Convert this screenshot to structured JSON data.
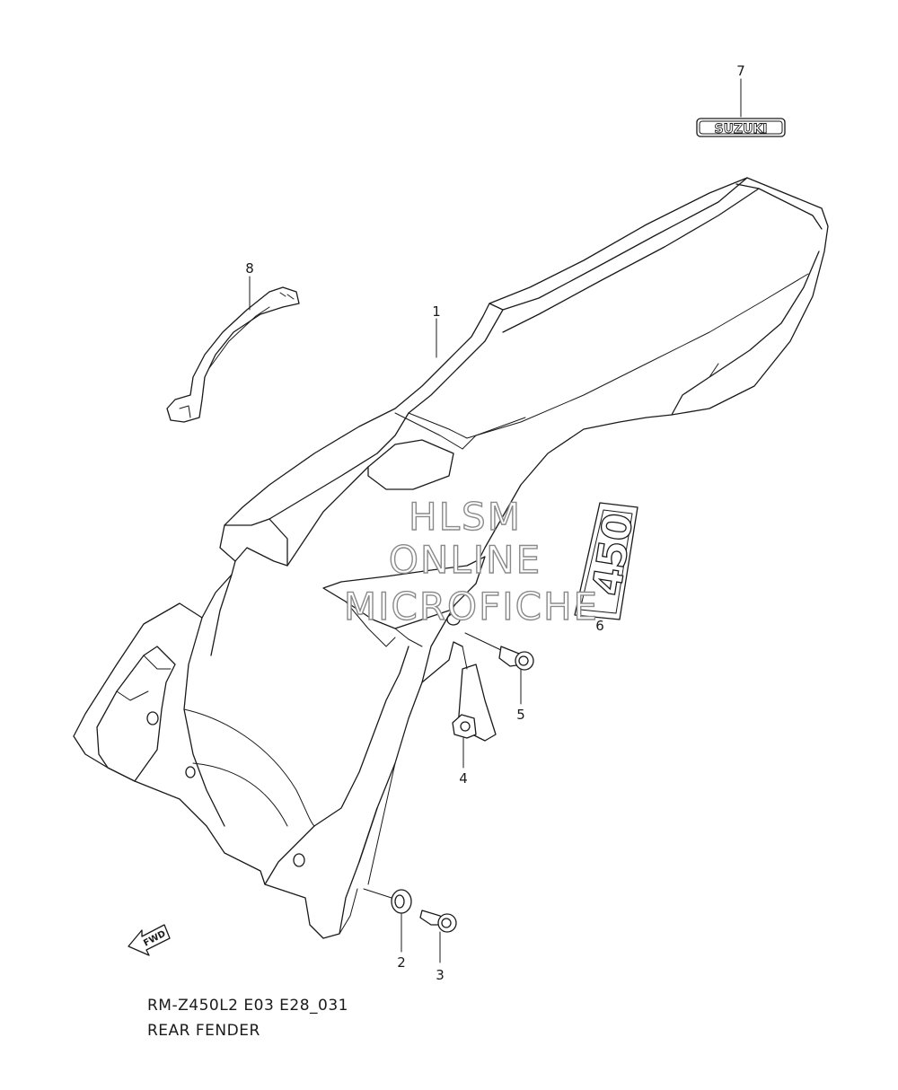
{
  "callouts": [
    {
      "id": "1",
      "label": "1"
    },
    {
      "id": "2",
      "label": "2"
    },
    {
      "id": "3",
      "label": "3"
    },
    {
      "id": "4",
      "label": "4"
    },
    {
      "id": "5",
      "label": "5"
    },
    {
      "id": "6",
      "label": "6"
    },
    {
      "id": "7",
      "label": "7"
    },
    {
      "id": "8",
      "label": "8"
    }
  ],
  "emblem_text": "SUZUKI",
  "decal_text": "450",
  "fwd_text": "FWD",
  "watermark": {
    "line1": "HLSM",
    "line2": "ONLINE",
    "line3": "MICROFICHE"
  },
  "caption": {
    "code": "RM-Z450L2 E03 E28_031",
    "title": "REAR FENDER"
  }
}
